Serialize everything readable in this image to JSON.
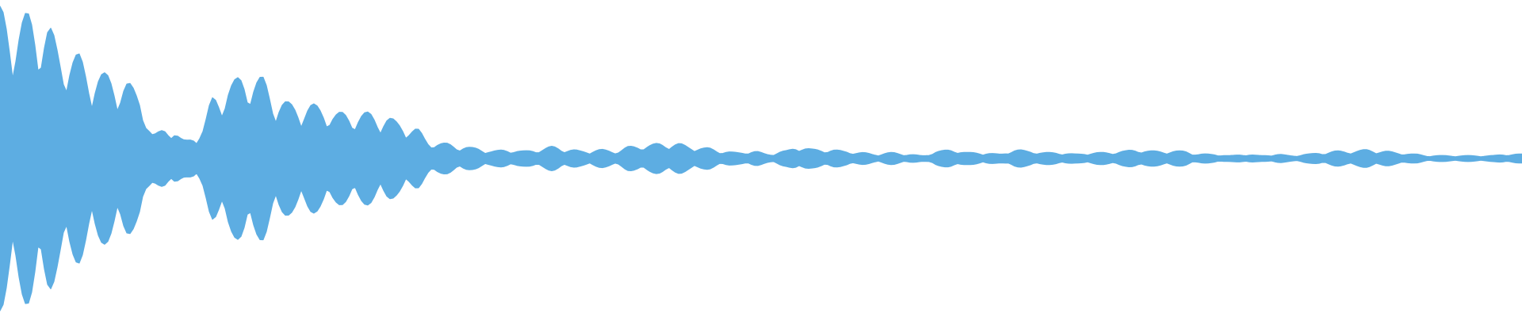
{
  "waveform": {
    "color": "#5dade2",
    "envelope": [
      0.98,
      0.9,
      0.95,
      0.88,
      0.72,
      0.68,
      0.58,
      0.55,
      0.52,
      0.44,
      0.16,
      0.22,
      0.12,
      0.18,
      0.42,
      0.5,
      0.56,
      0.53,
      0.4,
      0.36,
      0.36,
      0.34,
      0.3,
      0.3,
      0.3,
      0.28,
      0.24,
      0.2,
      0.11,
      0.1,
      0.08,
      0.07,
      0.05,
      0.06,
      0.05,
      0.06,
      0.08,
      0.06,
      0.05,
      0.06,
      0.05,
      0.08,
      0.09,
      0.1,
      0.1,
      0.08,
      0.07,
      0.05,
      0.04,
      0.05,
      0.03,
      0.05,
      0.08,
      0.06,
      0.06,
      0.05,
      0.04,
      0.03,
      0.04,
      0.03,
      0.02,
      0.05,
      0.06,
      0.04,
      0.04,
      0.03,
      0.06,
      0.05,
      0.04,
      0.04,
      0.03,
      0.04,
      0.04,
      0.05,
      0.06,
      0.05,
      0.05,
      0.05,
      0.03,
      0.03,
      0.02,
      0.03,
      0.02,
      0.03,
      0.02,
      0.03,
      0.04,
      0.05,
      0.05,
      0.06,
      0.05,
      0.04,
      0.03,
      0.02,
      0.02,
      0.02,
      0.02,
      0.02,
      0.03,
      0.03
    ]
  }
}
